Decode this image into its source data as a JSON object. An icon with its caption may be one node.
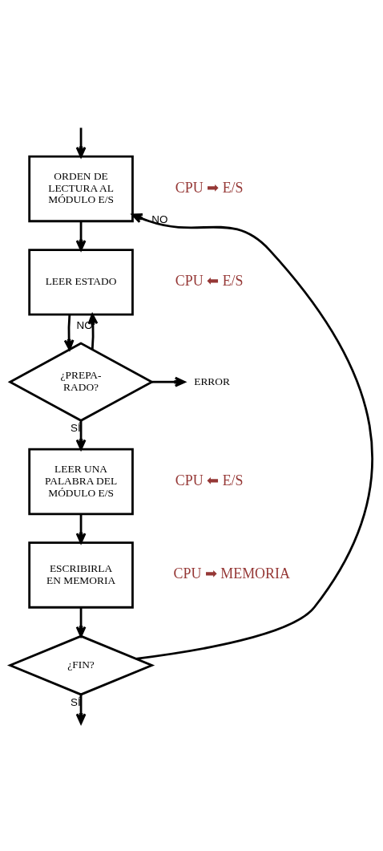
{
  "diagram": {
    "nodes": [
      {
        "text": [
          "ORDEN DE LECTURA AL MÓDULO E/S"
        ],
        "beside": [
          "CPU ➡ E/S"
        ]
      },
      {
        "text": [
          "LEER ESTADO"
        ],
        "beside": [
          "CPU ⬅ E/S"
        ]
      },
      {
        "text": [
          "¿PREPA- RADO?"
        ]
      },
      {
        "text": [
          "ERROR"
        ]
      },
      {
        "text": [
          "LEER UNA PALABRA DEL MÓDULO E/S"
        ],
        "beside": [
          "CPU ⬅ E/S"
        ]
      },
      {
        "text": [
          "ESCRIBIRLA EN MEMORIA"
        ],
        "beside": [
          "CPU ➡ MEMORIA"
        ]
      },
      {
        "text": [
          "¿FIN?"
        ]
      }
    ],
    "edges": [
      {
        "from": null,
        "to": 0,
        "arrow": "to"
      },
      {
        "from": 0,
        "to": 1,
        "arrow": "to"
      },
      {
        "from": 1,
        "to": 2,
        "arrow": "to"
      },
      {
        "from": 2,
        "to": 1,
        "label": "NO",
        "arrow": "to"
      },
      {
        "from": 2,
        "to": 3,
        "arrow": "to"
      },
      {
        "from": 2,
        "to": 4,
        "label": "SÍ",
        "arrow": "to"
      },
      {
        "from": 4,
        "to": 5,
        "arrow": "to"
      },
      {
        "from": 5,
        "to": 6,
        "arrow": "to"
      },
      {
        "from": 6,
        "to": 0,
        "label": "NO",
        "arrow": "to"
      },
      {
        "from": 6,
        "to": null,
        "label": "SÍ",
        "arrow": "to"
      }
    ]
  }
}
